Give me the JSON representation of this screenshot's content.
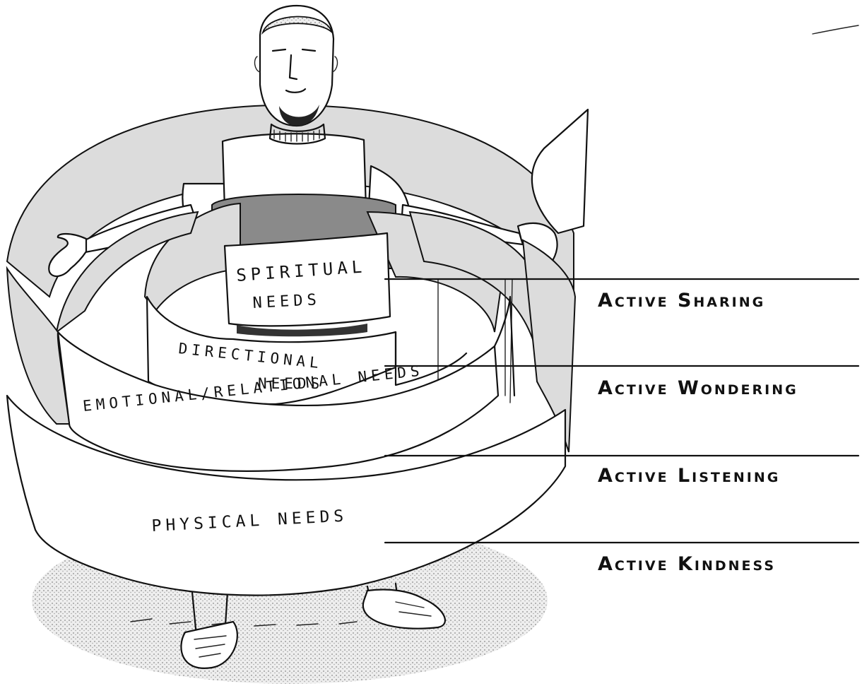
{
  "rings": {
    "spiritual_line1": "SPIRITUAL",
    "spiritual_line2": "NEEDS",
    "directional_line1": "DIRECTIONAL",
    "directional_line2": "NEEDS",
    "emotional": "EMOTIONAL/RELATIONAL NEEDS",
    "physical": "PHYSICAL NEEDS"
  },
  "levels": {
    "sharing": "Active Sharing",
    "wondering": "Active Wondering",
    "listening": "Active Listening",
    "kindness": "Active Kindness"
  }
}
